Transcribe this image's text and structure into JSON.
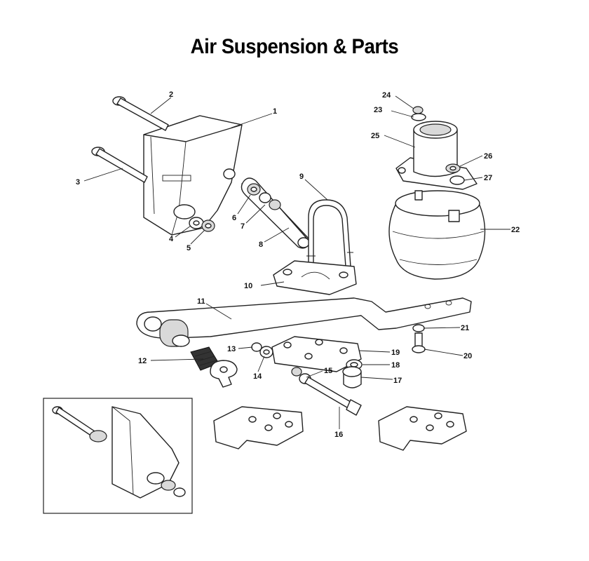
{
  "title": "Air Suspension & Parts",
  "callouts": [
    "1",
    "2",
    "3",
    "4",
    "5",
    "6",
    "7",
    "8",
    "9",
    "10",
    "11",
    "12",
    "13",
    "14",
    "15",
    "16",
    "17",
    "18",
    "19",
    "20",
    "21",
    "22",
    "23",
    "24",
    "25",
    "26",
    "27"
  ],
  "colors": {
    "line": "#222222",
    "shade": "#d9d9d9",
    "background": "#ffffff"
  }
}
